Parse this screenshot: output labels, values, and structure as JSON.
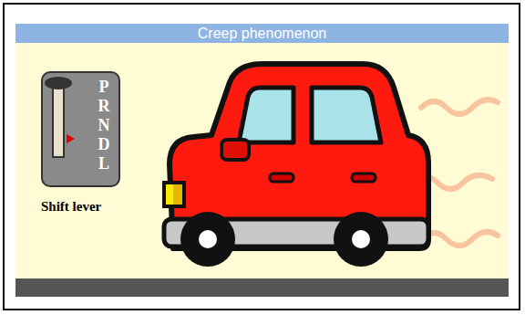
{
  "diagram": {
    "title": "Creep phenomenon",
    "nodes": [
      {
        "text": [
          "P R N D L",
          "Shift lever"
        ]
      }
    ]
  }
}
